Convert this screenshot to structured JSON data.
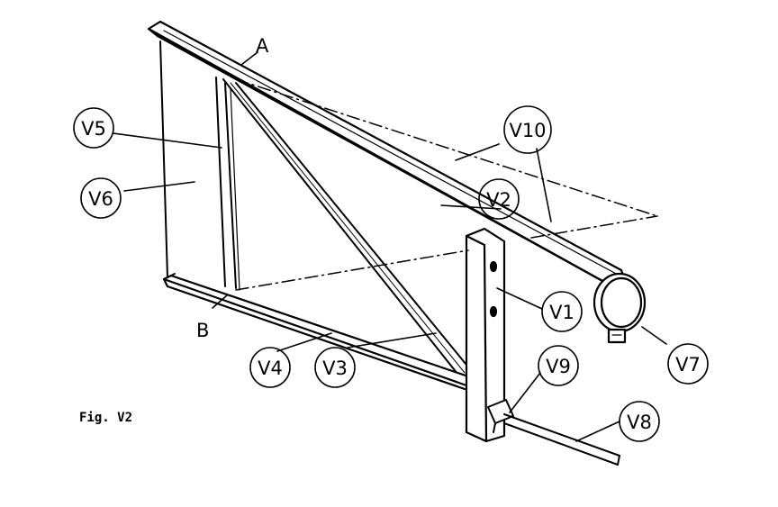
{
  "figure": {
    "caption": "Fig. V2",
    "point_labels": {
      "a": "A",
      "b": "B"
    },
    "callouts": {
      "v1": "V1",
      "v2": "V2",
      "v3": "V3",
      "v4": "V4",
      "v5": "V5",
      "v6": "V6",
      "v7": "V7",
      "v8": "V8",
      "v9": "V9",
      "v10": "V10"
    }
  }
}
